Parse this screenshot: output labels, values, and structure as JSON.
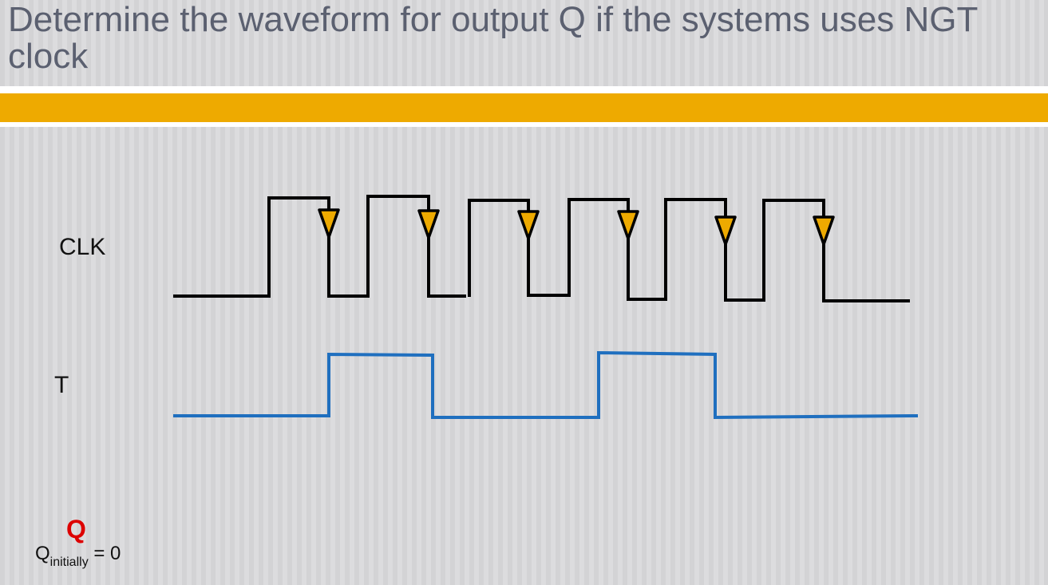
{
  "slide": {
    "title": "Determine the waveform for output Q if the systems uses NGT clock"
  },
  "signals": {
    "clk_label": "CLK",
    "t_label": "T",
    "q_label": "Q",
    "q_initial": {
      "base": "Q",
      "subscript": "initially",
      "suffix": " = 0"
    }
  },
  "colors": {
    "accent": "#eeaa00",
    "t_wave": "#1f6fbf",
    "q_label": "#dd0000",
    "title": "#5b6070"
  }
}
